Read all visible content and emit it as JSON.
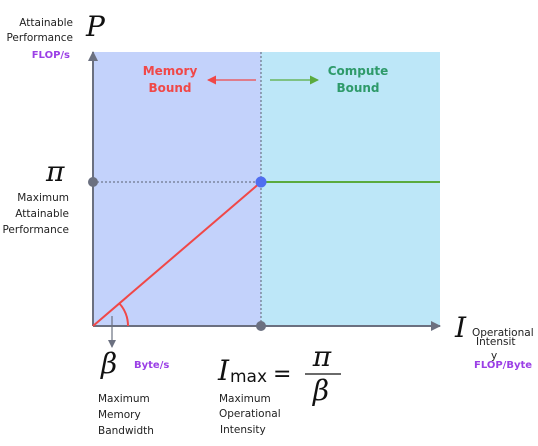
{
  "colors": {
    "memory_region": "#c3d2fb",
    "compute_region": "#bde7f8",
    "axis": "#6b7080",
    "roof_memory": "#f04848",
    "roof_compute": "#5aab3e",
    "ridge_point": "#4f6ef0",
    "memory_text": "#f04848",
    "compute_text": "#2e9a6a",
    "unit_text": "#9b3fe6"
  },
  "y_axis": {
    "symbol": "P",
    "label_line1": "Attainable",
    "label_line2": "Performance",
    "unit": "FLOP/s"
  },
  "x_axis": {
    "symbol": "I",
    "label_line1": "Operational",
    "label_line2": "Intensit",
    "label_line3": "y",
    "unit": "FLOP/Byte"
  },
  "regions": {
    "memory_line1": "Memory",
    "memory_line2": "Bound",
    "compute_line1": "Compute",
    "compute_line2": "Bound"
  },
  "pi_marker": {
    "symbol": "π",
    "label_line1": "Maximum",
    "label_line2": "Attainable",
    "label_line3": "Performance"
  },
  "beta_marker": {
    "symbol": "β",
    "unit": "Byte/s",
    "label_line1": "Maximum",
    "label_line2": "Memory",
    "label_line3": "Bandwidth"
  },
  "imax_marker": {
    "symbol": "I",
    "subscript": "max",
    "equals": "=",
    "numerator": "π",
    "denominator": "β",
    "label_line1": "Maximum",
    "label_line2": "Operational",
    "label_line3": "Intensity"
  }
}
